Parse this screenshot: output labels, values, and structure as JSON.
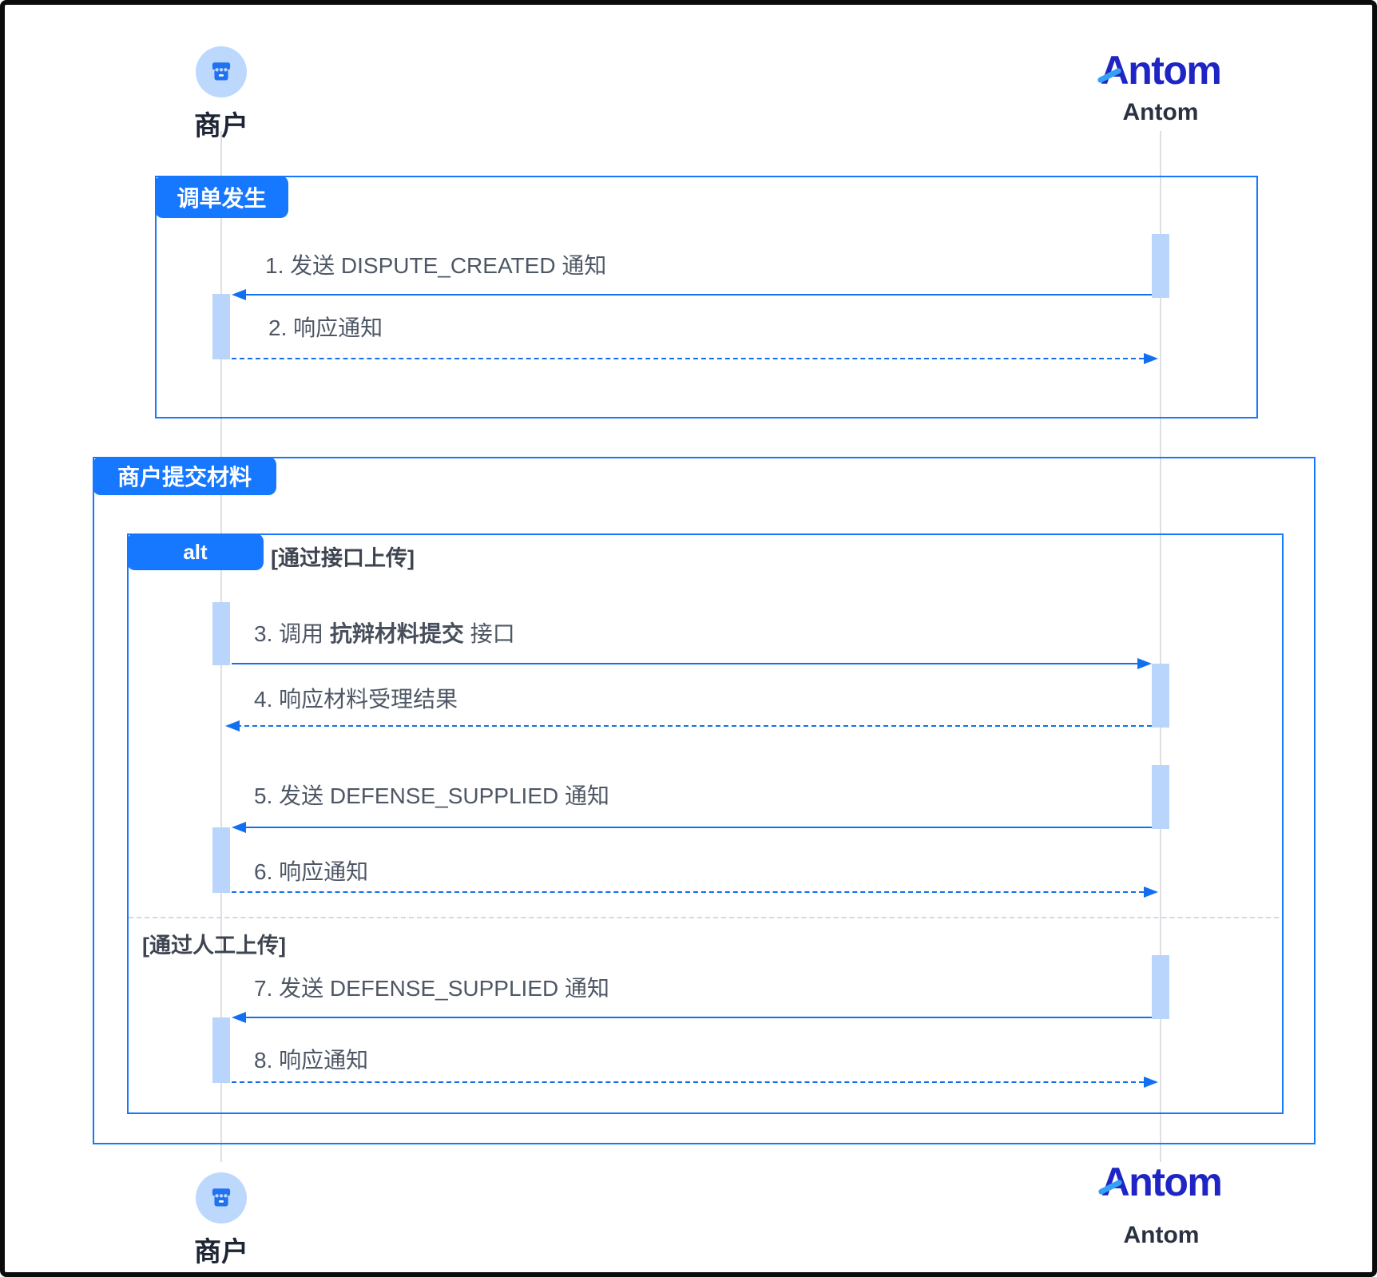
{
  "colors": {
    "primary_blue": "#1677ff",
    "arrow_blue": "#1270f0",
    "activation_fill": "#b9d5fc",
    "lifeline_gray": "#dcdfe4",
    "message_text": "#4e5765",
    "guard_text": "#3e4551",
    "logo_navy": "#1f25c4",
    "logo_accent": "#35a1f5",
    "avatar_bg": "#bcd8fd"
  },
  "actors": {
    "merchant": {
      "label": "商户"
    },
    "antom": {
      "logo_text": "Antom",
      "label": "Antom"
    }
  },
  "frames": {
    "dispute_created": {
      "title": "调单发生"
    },
    "merchant_submit": {
      "title": "商户提交材料"
    },
    "alt": {
      "operator": "alt",
      "guard_api": "[通过接口上传]",
      "guard_manual": "[通过人工上传]"
    }
  },
  "messages": [
    {
      "text": "1. 发送 DISPUTE_CREATED 通知",
      "style": "solid",
      "to": "merchant"
    },
    {
      "text": "2. 响应通知",
      "style": "dashed",
      "to": "antom"
    },
    {
      "prefix": "3. 调用 ",
      "bold": "抗辩材料提交",
      "suffix": " 接口",
      "style": "solid",
      "to": "antom"
    },
    {
      "text": "4. 响应材料受理结果",
      "style": "dashed",
      "to": "merchant"
    },
    {
      "text": "5. 发送 DEFENSE_SUPPLIED 通知",
      "style": "solid",
      "to": "merchant"
    },
    {
      "text": "6. 响应通知",
      "style": "dashed",
      "to": "antom"
    },
    {
      "text": "7. 发送 DEFENSE_SUPPLIED 通知",
      "style": "solid",
      "to": "merchant"
    },
    {
      "text": "8. 响应通知",
      "style": "dashed",
      "to": "antom"
    }
  ]
}
